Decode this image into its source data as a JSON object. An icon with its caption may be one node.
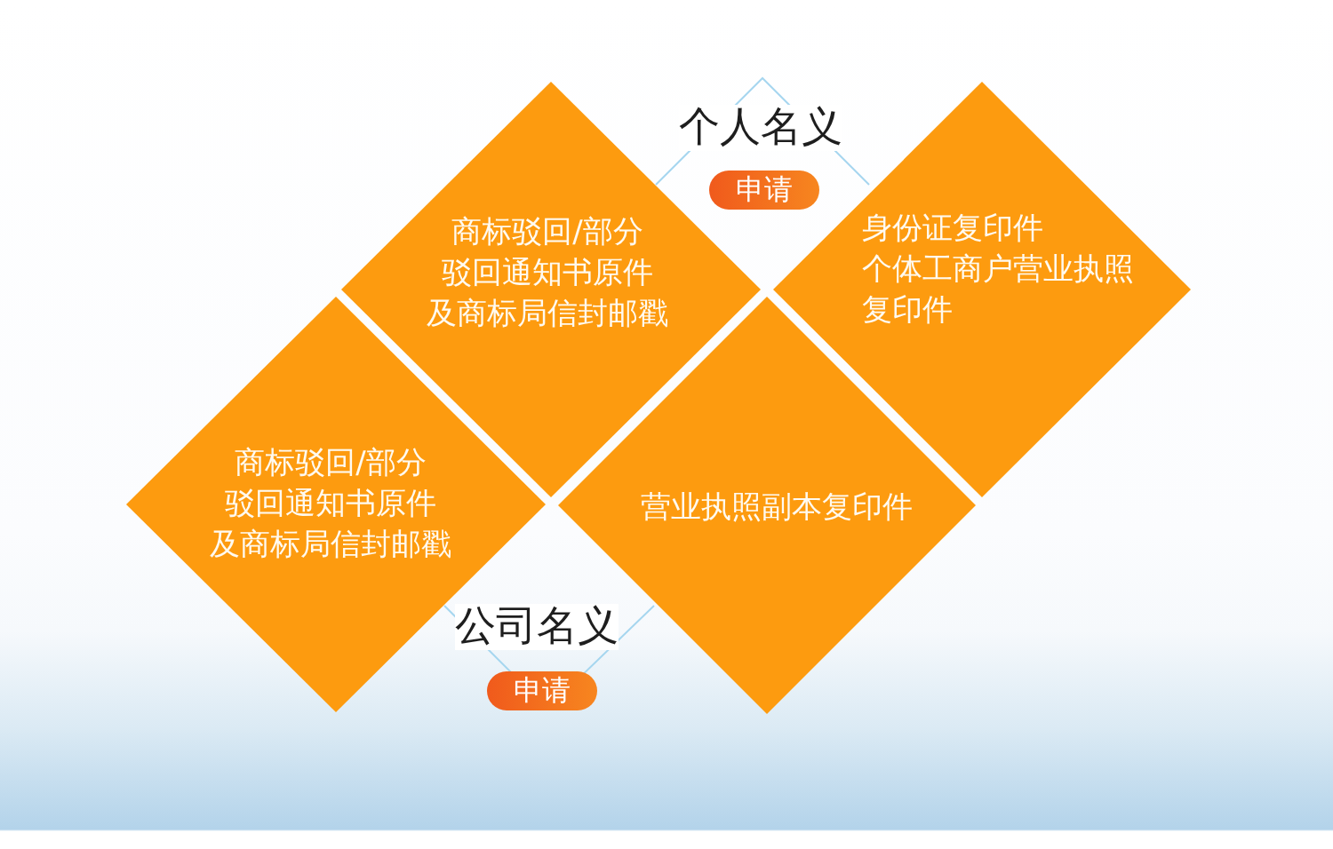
{
  "diagram": {
    "nodes": [
      {
        "text": [
          "申请"
        ]
      },
      {
        "text": [
          "商标驳回/部分驳回通知书原件及商标局信封邮戳"
        ]
      },
      {
        "text": [
          "身份证复印件",
          "个体工商户营业执照复印件"
        ]
      },
      {
        "text": [
          "商标驳回/部分驳回通知书原件及商标局信封邮戳"
        ]
      },
      {
        "text": [
          "营业执照副本复印件"
        ]
      },
      {
        "text": [
          "申请"
        ]
      }
    ],
    "labels": [
      "个人名义",
      "公司名义"
    ]
  }
}
